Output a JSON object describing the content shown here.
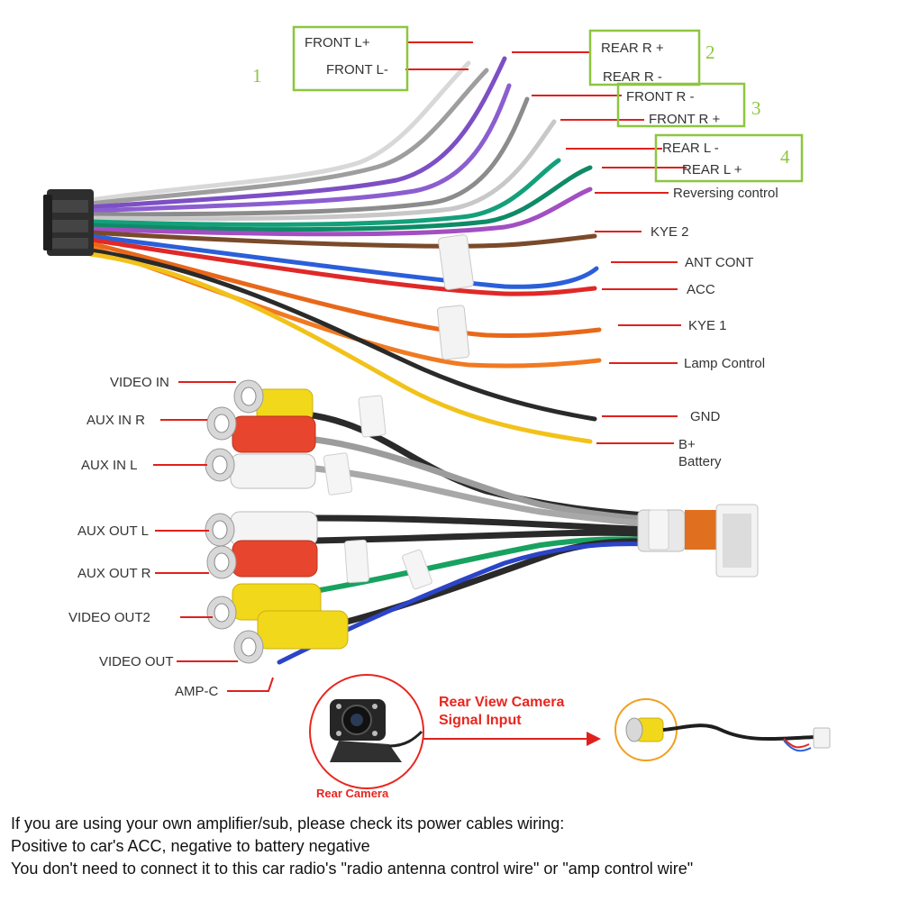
{
  "groups": [
    {
      "number": "1",
      "items": [
        "FRONT L+",
        "FRONT L-"
      ]
    },
    {
      "number": "2",
      "items": [
        "REAR R +",
        "REAR R -"
      ]
    },
    {
      "number": "3",
      "items": [
        "FRONT R -",
        "FRONT R +"
      ]
    },
    {
      "number": "4",
      "items": [
        "REAR L -",
        "REAR L +"
      ]
    }
  ],
  "wire_labels": {
    "reversing": "Reversing control",
    "kye2": "KYE 2",
    "antcont": "ANT CONT",
    "acc": "ACC",
    "kye1": "KYE 1",
    "lamp": "Lamp Control",
    "gnd": "GND",
    "bplus_line1": "B+",
    "bplus_line2": "Battery"
  },
  "rca_labels": {
    "video_in": "VIDEO IN",
    "aux_in_r": "AUX IN R",
    "aux_in_l": "AUX  IN L",
    "aux_out_l": "AUX OUT L",
    "aux_out_r": "AUX OUT R",
    "video_out2": "VIDEO OUT2",
    "video_out": "VIDEO OUT",
    "amp_c": "AMP-C"
  },
  "camera": {
    "title_line1": "Rear View Camera",
    "title_line2": "Signal Input",
    "label": "Rear Camera"
  },
  "notes": [
    "If you are using your own amplifier/sub, please check its power cables wiring:",
    "Positive to car's ACC, negative to battery negative",
    "You don't need to connect it to this car radio's \"radio antenna control wire\" or \"amp control wire\""
  ],
  "colors": {
    "leader_line": "#e0201c",
    "group_box": "#8dc63f",
    "camera_text": "#e8261f",
    "rca_yellow": "#f2d81a",
    "rca_red": "#e8452e",
    "rca_white": "#f4f4f4"
  }
}
